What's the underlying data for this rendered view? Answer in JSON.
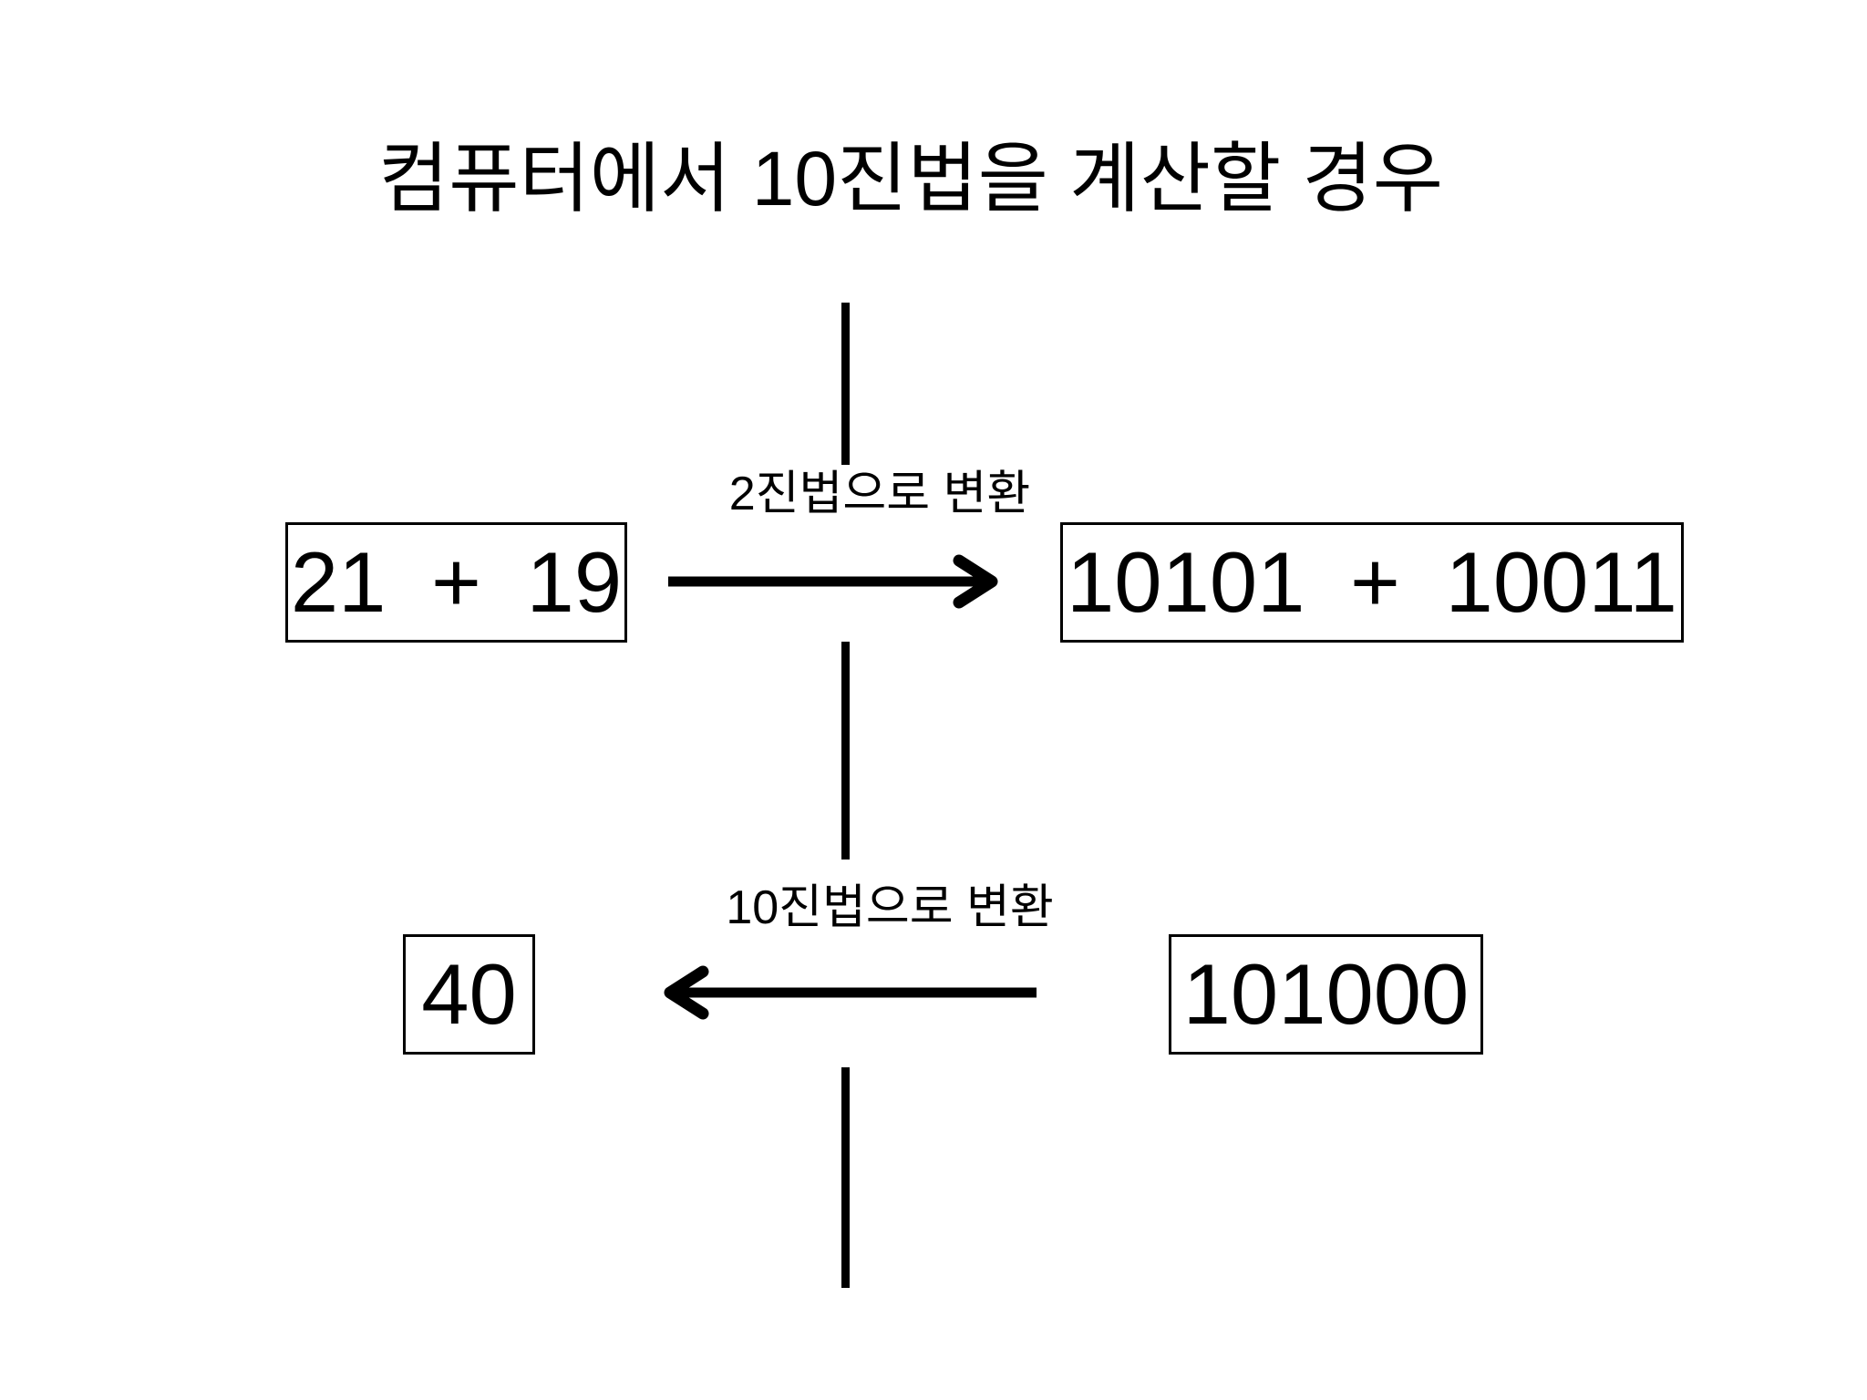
{
  "slide": {
    "title": "컴퓨터에서 10진법을 계산할 경우"
  },
  "diagram": {
    "top_flow": {
      "from": "21 + 19",
      "arrow_label": "2진법으로 변환",
      "to": "10101 + 10011"
    },
    "bottom_flow": {
      "from": "101000",
      "arrow_label": "10진법으로 변환",
      "to": "40"
    }
  },
  "colors": {
    "foreground": "#000000",
    "background": "#ffffff"
  }
}
